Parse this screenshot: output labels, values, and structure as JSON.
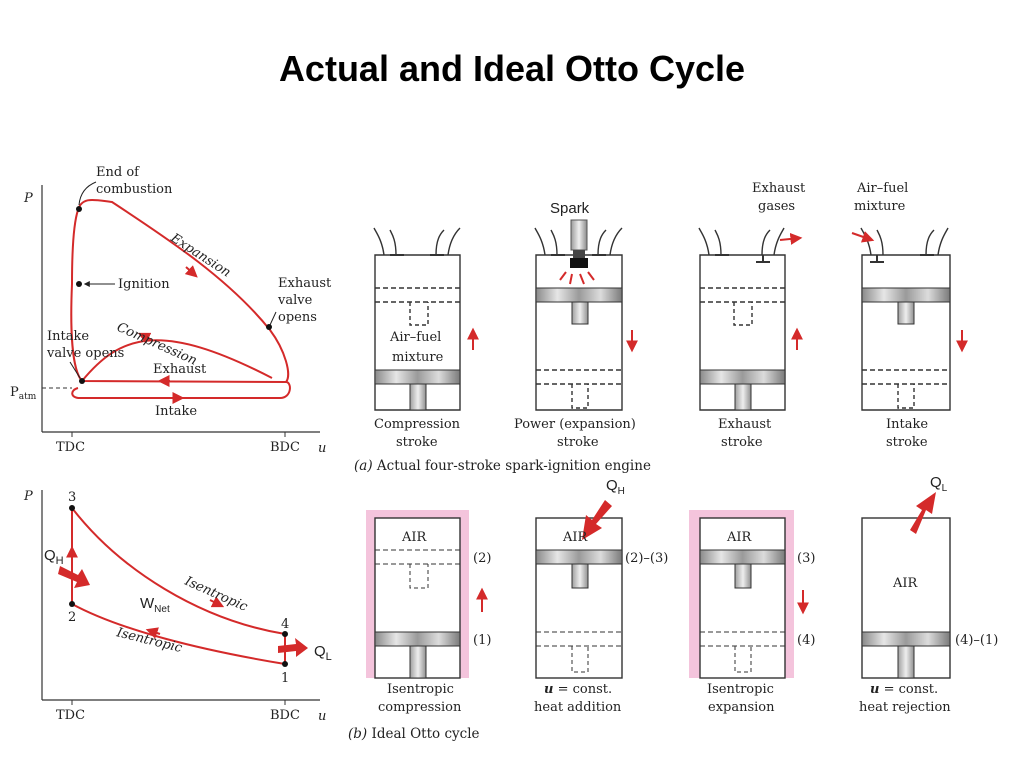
{
  "title": "Actual and Ideal Otto Cycle",
  "colors": {
    "cycle_red": "#d42a2a",
    "pink_wall": "#f4c4dc",
    "ink": "#222222"
  },
  "top_diagram": {
    "axis_p": "P",
    "axis_u": "u",
    "patm": "P",
    "patm_sub": "atm",
    "tdc": "TDC",
    "bdc": "BDC",
    "end_of_combustion_1": "End of",
    "end_of_combustion_2": "combustion",
    "ignition": "Ignition",
    "expansion": "Expansion",
    "exhaust_valve_1": "Exhaust",
    "exhaust_valve_2": "valve",
    "exhaust_valve_3": "opens",
    "compression": "Compression",
    "exhaust": "Exhaust",
    "intake_valve_1": "Intake",
    "intake_valve_2": "valve opens",
    "intake": "Intake"
  },
  "bottom_diagram": {
    "axis_p": "P",
    "axis_u": "u",
    "tdc": "TDC",
    "bdc": "BDC",
    "pt1": "1",
    "pt2": "2",
    "pt3": "3",
    "pt4": "4",
    "qh": "Q",
    "qh_sub": "H",
    "ql": "Q",
    "ql_sub": "L",
    "wnet": "W",
    "wnet_sub": "Net",
    "isentropic_upper": "Isentropic",
    "isentropic_lower": "Isentropic"
  },
  "actual_engine": {
    "spark": "Spark",
    "exhaust_gases_1": "Exhaust",
    "exhaust_gases_2": "gases",
    "air_fuel_1": "Air–fuel",
    "air_fuel_2": "mixture",
    "mixture_in_1": "Air–fuel",
    "mixture_in_2": "mixture",
    "stroke1_a": "Compression",
    "stroke1_b": "stroke",
    "stroke2_a": "Power (expansion)",
    "stroke2_b": "stroke",
    "stroke3_a": "Exhaust",
    "stroke3_b": "stroke",
    "stroke4_a": "Intake",
    "stroke4_b": "stroke",
    "caption_a": "(a)",
    "caption_text": "Actual four-stroke spark-ignition engine"
  },
  "ideal_cycle": {
    "air1": "AIR",
    "air2": "AIR",
    "air3": "AIR",
    "air4": "AIR",
    "qh": "Q",
    "qh_sub": "H",
    "ql": "Q",
    "ql_sub": "L",
    "c1_top": "(2)",
    "c1_bot": "(1)",
    "c2_top": "(2)–(3)",
    "c3_top": "(3)",
    "c3_bot": "(4)",
    "c4_bot": "(4)–(1)",
    "lab1_a": "Isentropic",
    "lab1_b": "compression",
    "lab2_var": "u",
    "lab2_a": " = const.",
    "lab2_b": "heat addition",
    "lab3_a": "Isentropic",
    "lab3_b": "expansion",
    "lab4_var": "u",
    "lab4_a": " = const.",
    "lab4_b": "heat rejection",
    "caption_b": "(b)",
    "caption_text": "Ideal Otto cycle"
  }
}
